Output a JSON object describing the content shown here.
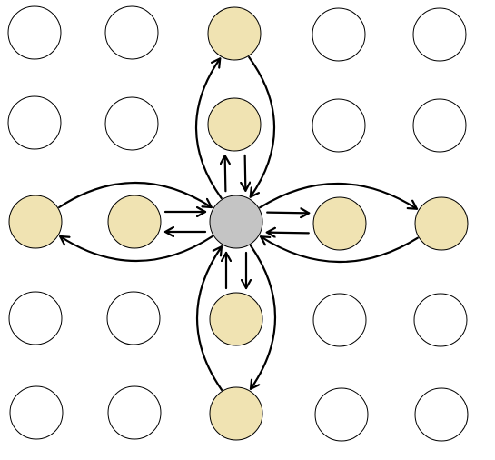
{
  "diagram": {
    "colors": {
      "background": "#ffffff",
      "empty_fill": "#ffffff",
      "neighbor_fill": "#f0e3b2",
      "center_fill": "#c4c4c4",
      "stroke": "#000000"
    },
    "grid": {
      "rows": 5,
      "cols": 5,
      "center": [
        2,
        2
      ],
      "cells": [
        [
          "empty",
          "empty",
          "neighbor",
          "empty",
          "empty"
        ],
        [
          "empty",
          "empty",
          "neighbor",
          "empty",
          "empty"
        ],
        [
          "neighbor",
          "neighbor",
          "center",
          "neighbor",
          "neighbor"
        ],
        [
          "empty",
          "empty",
          "neighbor",
          "empty",
          "empty"
        ],
        [
          "empty",
          "empty",
          "neighbor",
          "empty",
          "empty"
        ]
      ]
    },
    "arrows": [
      {
        "from": [
          2,
          2
        ],
        "to": [
          1,
          2
        ],
        "kind": "straight"
      },
      {
        "from": [
          1,
          2
        ],
        "to": [
          2,
          2
        ],
        "kind": "straight"
      },
      {
        "from": [
          2,
          2
        ],
        "to": [
          3,
          2
        ],
        "kind": "straight"
      },
      {
        "from": [
          3,
          2
        ],
        "to": [
          2,
          2
        ],
        "kind": "straight"
      },
      {
        "from": [
          2,
          2
        ],
        "to": [
          2,
          1
        ],
        "kind": "straight"
      },
      {
        "from": [
          2,
          1
        ],
        "to": [
          2,
          2
        ],
        "kind": "straight"
      },
      {
        "from": [
          2,
          2
        ],
        "to": [
          2,
          3
        ],
        "kind": "straight"
      },
      {
        "from": [
          2,
          3
        ],
        "to": [
          2,
          2
        ],
        "kind": "straight"
      },
      {
        "from": [
          2,
          2
        ],
        "to": [
          0,
          2
        ],
        "kind": "curved"
      },
      {
        "from": [
          0,
          2
        ],
        "to": [
          2,
          2
        ],
        "kind": "curved"
      },
      {
        "from": [
          2,
          2
        ],
        "to": [
          4,
          2
        ],
        "kind": "curved"
      },
      {
        "from": [
          4,
          2
        ],
        "to": [
          2,
          2
        ],
        "kind": "curved"
      },
      {
        "from": [
          2,
          2
        ],
        "to": [
          2,
          0
        ],
        "kind": "curved"
      },
      {
        "from": [
          2,
          0
        ],
        "to": [
          2,
          2
        ],
        "kind": "curved"
      },
      {
        "from": [
          2,
          2
        ],
        "to": [
          2,
          4
        ],
        "kind": "curved"
      },
      {
        "from": [
          2,
          4
        ],
        "to": [
          2,
          2
        ],
        "kind": "curved"
      }
    ]
  }
}
